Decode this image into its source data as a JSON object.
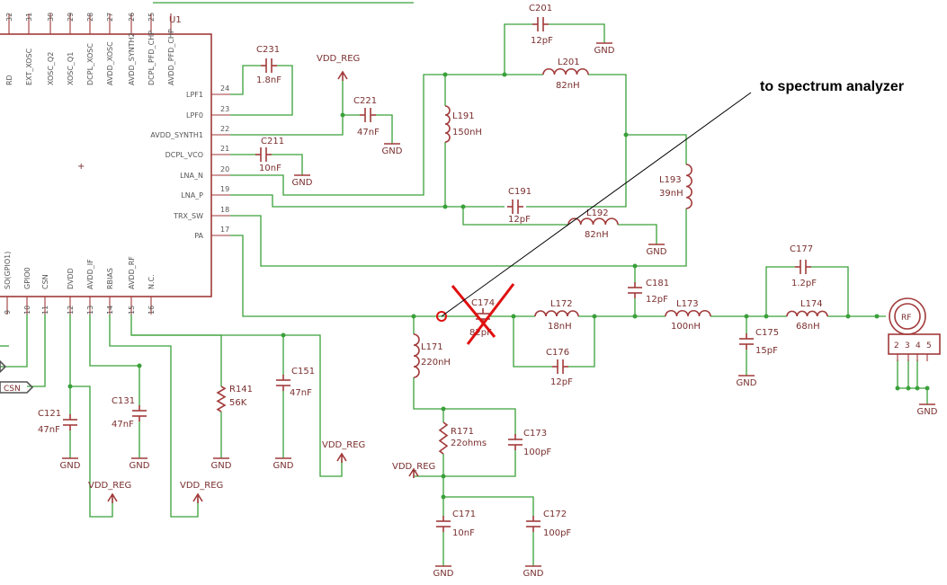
{
  "ic": {
    "ref": "U1",
    "top_pins": [
      {
        "num": "32",
        "name": "RD"
      },
      {
        "num": "31",
        "name": "EXT_XOSC"
      },
      {
        "num": "30",
        "name": "XOSC_Q2"
      },
      {
        "num": "29",
        "name": "XOSC_Q1"
      },
      {
        "num": "28",
        "name": "DCPL_XOSC"
      },
      {
        "num": "27",
        "name": "AVDD_XOSC"
      },
      {
        "num": "26",
        "name": "AVDD_SYNTH2"
      },
      {
        "num": "25",
        "name": "DCPL_PFD_CHP"
      },
      {
        "num": "",
        "name": "AVDD_PFD_CHP"
      }
    ],
    "right_pins": [
      {
        "num": "24",
        "name": "LPF1"
      },
      {
        "num": "23",
        "name": "LPF0"
      },
      {
        "num": "22",
        "name": "AVDD_SYNTH1"
      },
      {
        "num": "21",
        "name": "DCPL_VCO"
      },
      {
        "num": "20",
        "name": "LNA_N"
      },
      {
        "num": "19",
        "name": "LNA_P"
      },
      {
        "num": "18",
        "name": "TRX_SW"
      },
      {
        "num": "17",
        "name": "PA"
      }
    ],
    "bottom_pins": [
      {
        "num": "9",
        "name": "SO(GPIO1)"
      },
      {
        "num": "10",
        "name": "GPIO0"
      },
      {
        "num": "11",
        "name": "CSN"
      },
      {
        "num": "12",
        "name": "DVDD"
      },
      {
        "num": "13",
        "name": "AVDD_IF"
      },
      {
        "num": "14",
        "name": "RBIAS"
      },
      {
        "num": "15",
        "name": "AVDD_RF"
      },
      {
        "num": "16",
        "name": "N.C."
      }
    ]
  },
  "parts": [
    {
      "id": "c201",
      "ref": "C201",
      "val": "12pF"
    },
    {
      "id": "l201",
      "ref": "L201",
      "val": "82nH"
    },
    {
      "id": "c231",
      "ref": "C231",
      "val": "1.8nF"
    },
    {
      "id": "c221",
      "ref": "C221",
      "val": "47nF"
    },
    {
      "id": "c211",
      "ref": "C211",
      "val": "10nF"
    },
    {
      "id": "l191",
      "ref": "L191",
      "val": "150nH"
    },
    {
      "id": "c191",
      "ref": "C191",
      "val": "12pF"
    },
    {
      "id": "l192",
      "ref": "L192",
      "val": "82nH"
    },
    {
      "id": "l193",
      "ref": "L193",
      "val": "39nH"
    },
    {
      "id": "c181",
      "ref": "C181",
      "val": "12pF"
    },
    {
      "id": "c174",
      "ref": "C174",
      "val": "82pF"
    },
    {
      "id": "l172",
      "ref": "L172",
      "val": "18nH"
    },
    {
      "id": "c176",
      "ref": "C176",
      "val": "12pF"
    },
    {
      "id": "l173",
      "ref": "L173",
      "val": "100nH"
    },
    {
      "id": "c175",
      "ref": "C175",
      "val": "15pF"
    },
    {
      "id": "c177",
      "ref": "C177",
      "val": "1.2pF"
    },
    {
      "id": "l174",
      "ref": "L174",
      "val": "68nH"
    },
    {
      "id": "l171",
      "ref": "L171",
      "val": "220nH"
    },
    {
      "id": "r171",
      "ref": "R171",
      "val": "22ohms"
    },
    {
      "id": "c173",
      "ref": "C173",
      "val": "100pF"
    },
    {
      "id": "c171",
      "ref": "C171",
      "val": "10nF"
    },
    {
      "id": "c172",
      "ref": "C172",
      "val": "100pF"
    },
    {
      "id": "c151",
      "ref": "C151",
      "val": "47nF"
    },
    {
      "id": "r141",
      "ref": "R141",
      "val": "56K"
    },
    {
      "id": "c131",
      "ref": "C131",
      "val": "47nF"
    },
    {
      "id": "c121",
      "ref": "C121",
      "val": "47nF"
    }
  ],
  "labels": {
    "gnd": "GND",
    "vdd_reg": "VDD_REG",
    "rf": "RF",
    "csn": "CSN",
    "connector_pins": [
      "2",
      "3",
      "4",
      "5"
    ],
    "annotation": "to spectrum analyzer"
  }
}
